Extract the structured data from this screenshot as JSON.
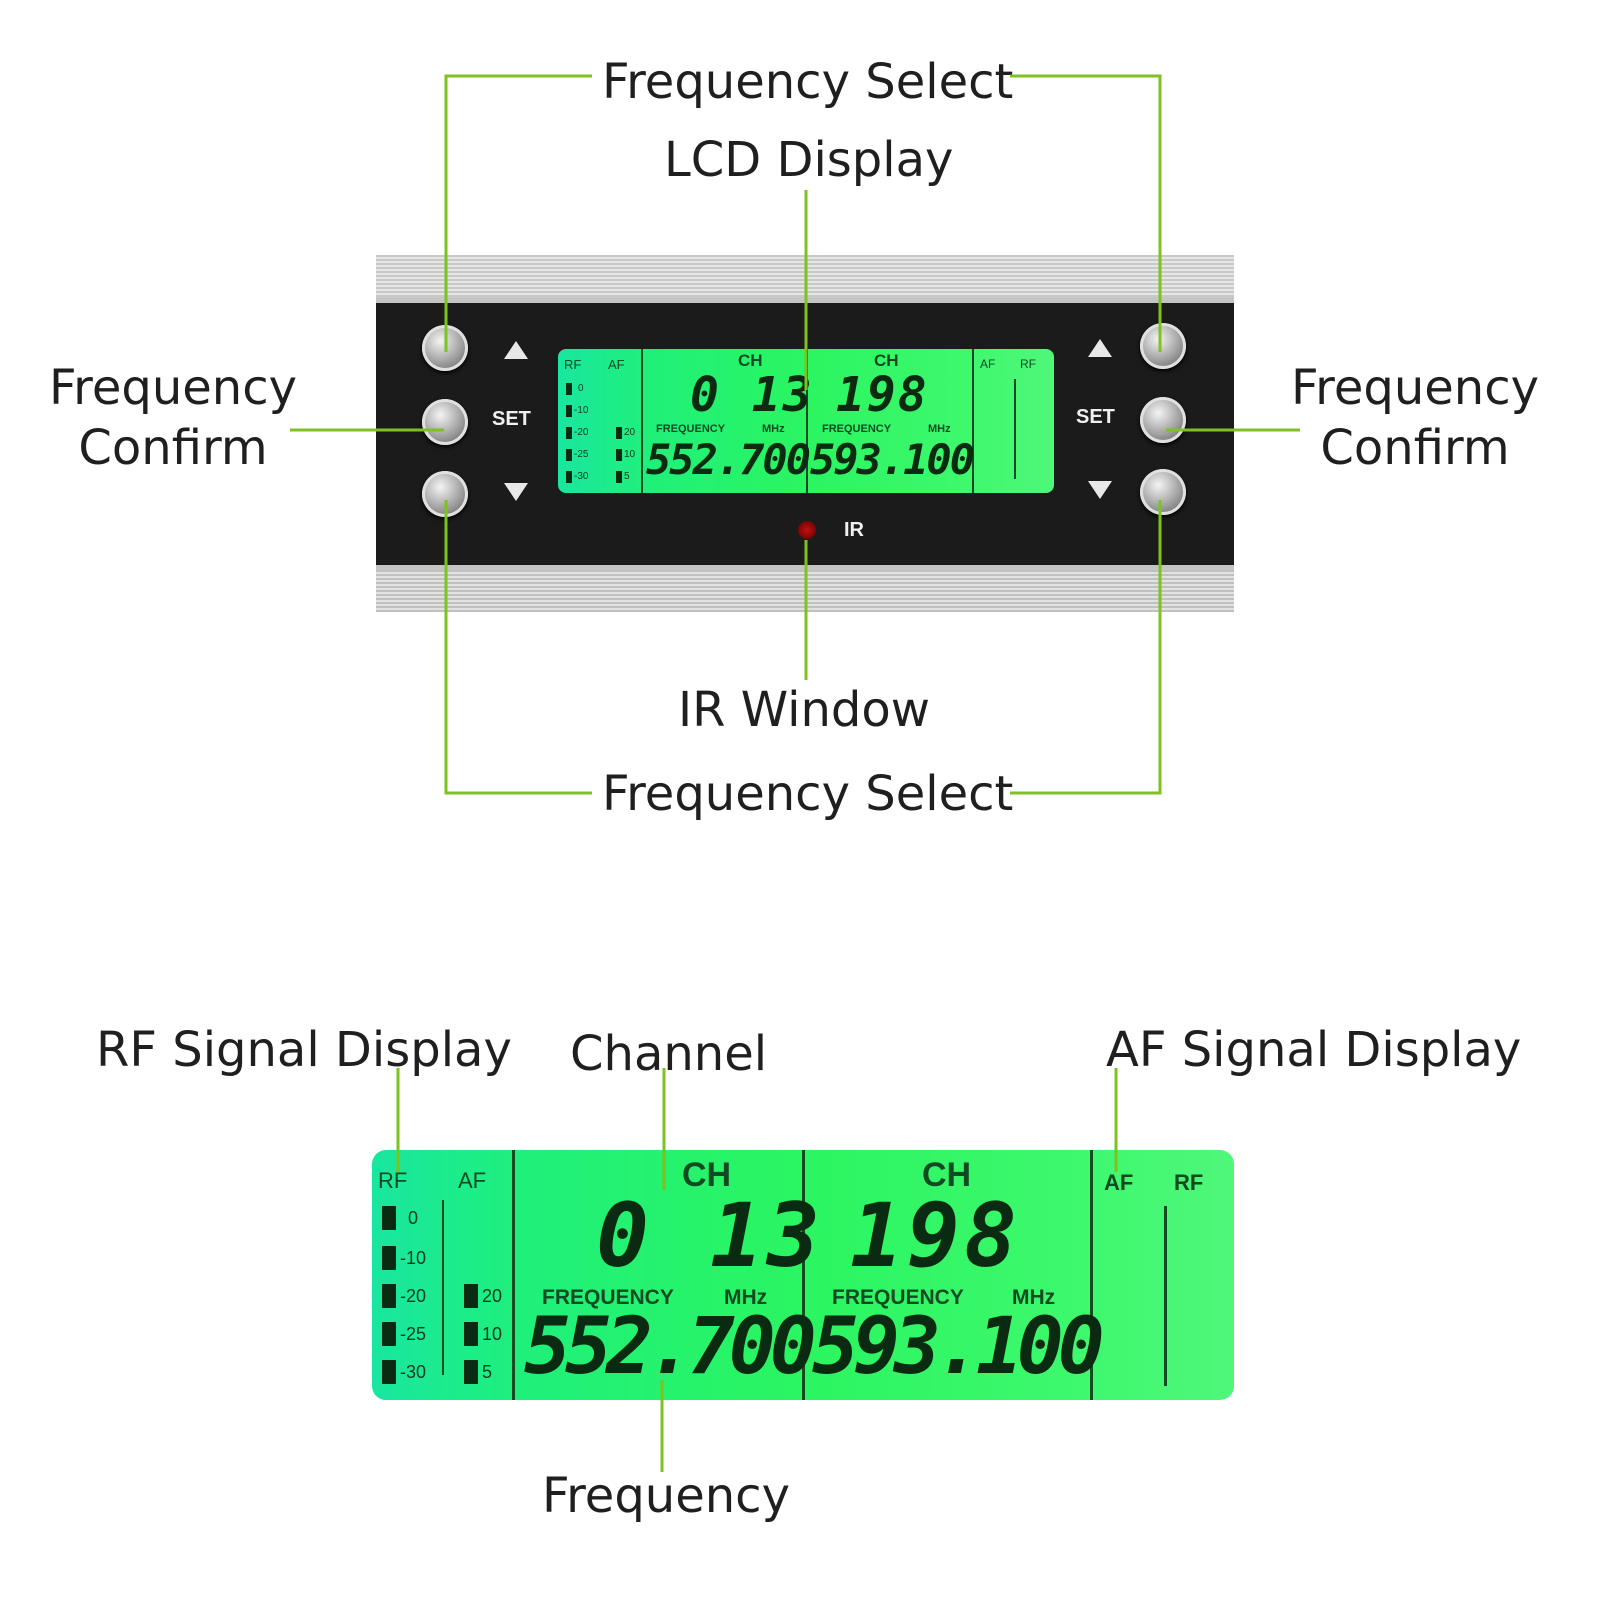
{
  "labels": {
    "freq_select_top": "Frequency Select",
    "lcd_display": "LCD Display",
    "freq_confirm_left": "Frequency\nConfirm",
    "freq_confirm_right": "Frequency\nConfirm",
    "ir_window": "IR Window",
    "freq_select_bottom": "Frequency Select",
    "rf_signal_display": "RF Signal Display",
    "channel": "Channel",
    "af_signal_display": "AF Signal Display",
    "frequency": "Frequency"
  },
  "device": {
    "set_left": "SET",
    "set_right": "SET",
    "ir_label": "IR"
  },
  "lcd": {
    "rf": "RF",
    "af": "AF",
    "rf_scale": [
      "0",
      "-10",
      "-20",
      "-25",
      "-30"
    ],
    "af_scale": [
      "20",
      "10",
      "5"
    ],
    "ch_label": "CH",
    "channel_a": "0 13",
    "channel_b": "198",
    "frequency_label": "FREQUENCY",
    "mhz": "MHz",
    "freq_a": "552.700",
    "freq_b": "593.100",
    "right_af": "AF",
    "right_rf": "RF"
  },
  "colors": {
    "leader": "#7dc21f",
    "lcd_green": "#2bf561"
  }
}
